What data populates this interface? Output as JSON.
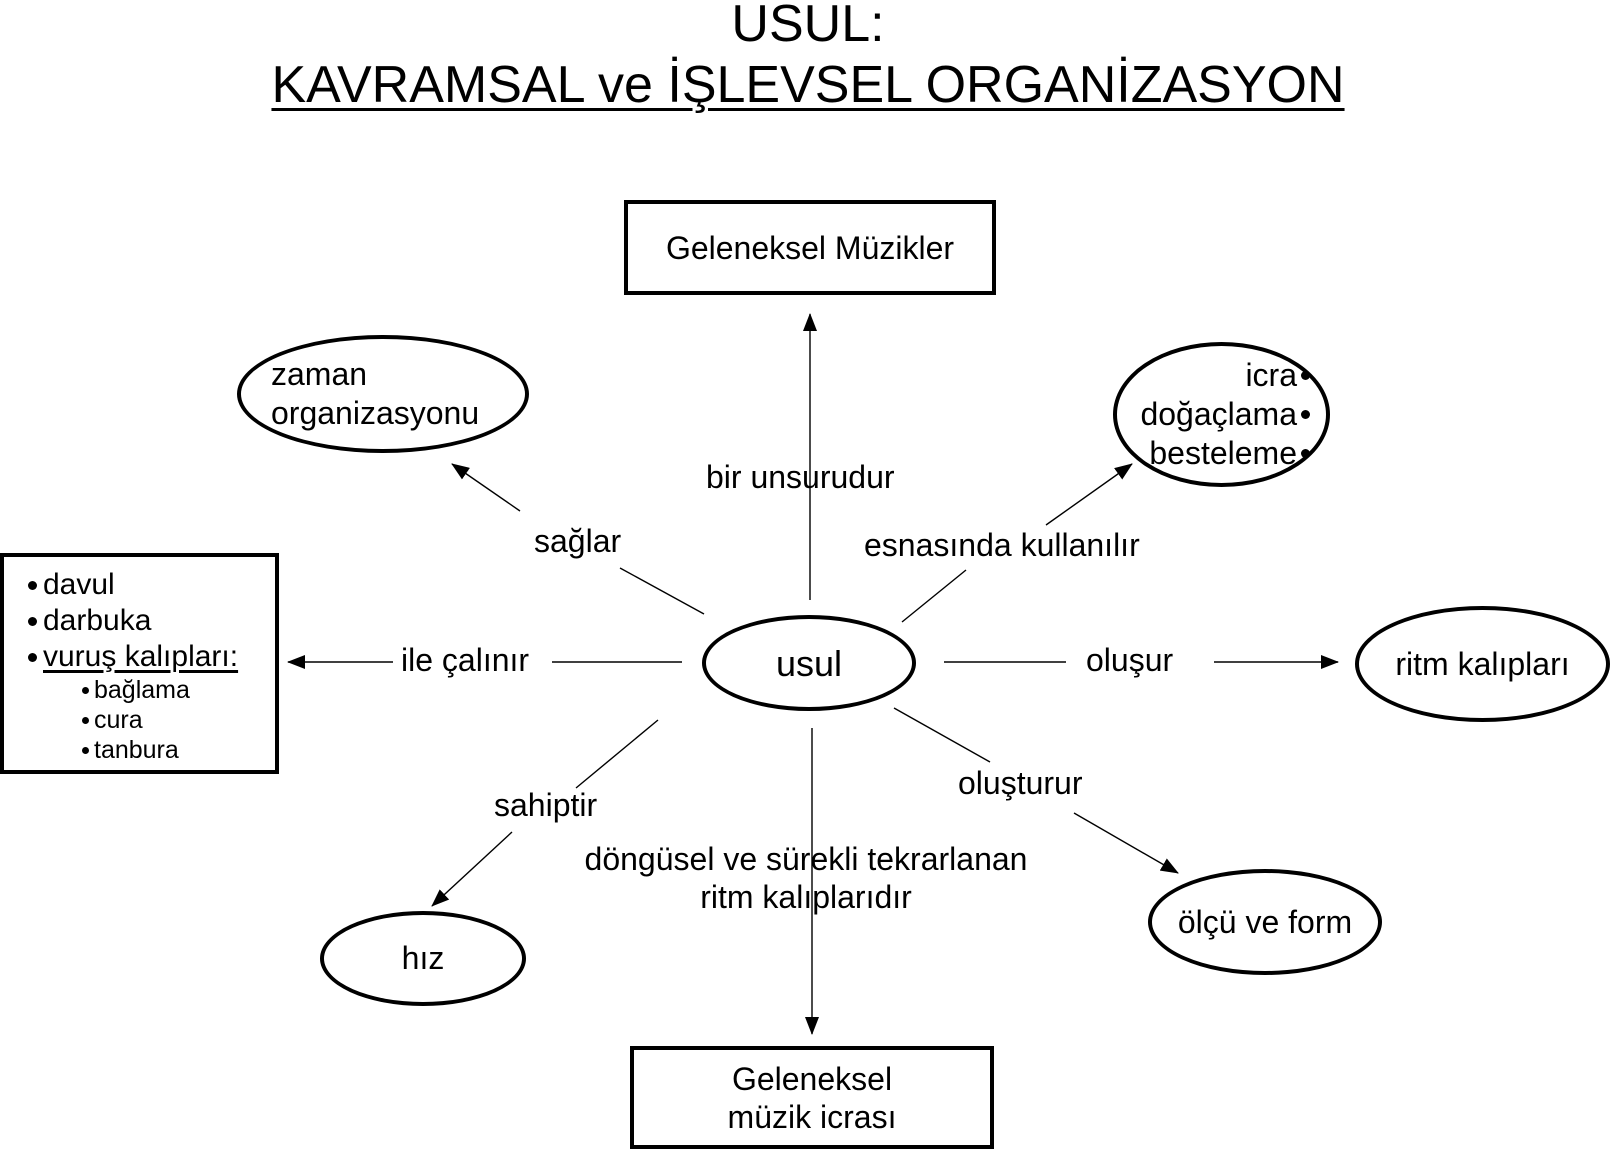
{
  "title": {
    "line1": "USUL:",
    "line2": "KAVRAMSAL ve İŞLEVSEL ORGANİZASYON"
  },
  "nodes": {
    "center": "usul",
    "top_box": "Geleneksel Müzikler",
    "bottom_box": [
      "Geleneksel",
      "müzik icrası"
    ],
    "time_org": [
      "zaman",
      "organizasyonu"
    ],
    "performance": [
      "icra",
      "doğaçlama",
      "besteleme"
    ],
    "rhythm": "ritm kalıpları",
    "measure": "ölçü ve form",
    "speed": "hız",
    "instruments": {
      "items": [
        "davul",
        "darbuka",
        "vuruş kalıpları:"
      ],
      "sub_items": [
        "bağlama",
        "cura",
        "tanbura"
      ]
    }
  },
  "edges": {
    "top": "bir unsurudur",
    "top_left": "sağlar",
    "top_right": "esnasında kullanılır",
    "left": "ile çalınır",
    "right": "oluşur",
    "bottom_right": "oluşturur",
    "bottom_left": "sahiptir",
    "bottom": [
      "döngüsel ve sürekli tekrarlanan",
      "ritm kalıplarıdır"
    ]
  }
}
